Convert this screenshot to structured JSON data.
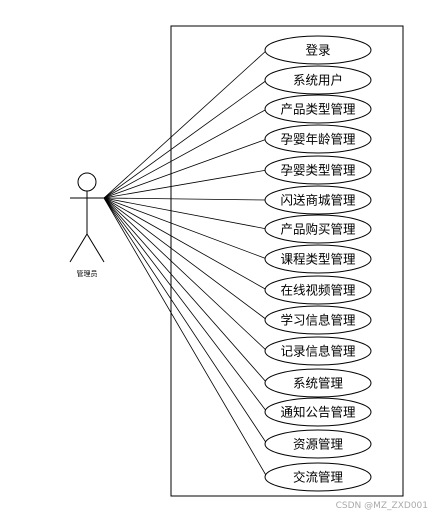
{
  "actor": {
    "label": "管理员"
  },
  "use_cases": [
    "登录",
    "系统用户",
    "产品类型管理",
    "孕婴年龄管理",
    "孕婴类型管理",
    "闪送商城管理",
    "产品购买管理",
    "课程类型管理",
    "在线视频管理",
    "学习信息管理",
    "记录信息管理",
    "系统管理",
    "通知公告管理",
    "资源管理",
    "交流管理"
  ],
  "watermark": "CSDN @MZ_ZXD001",
  "colors": {
    "stroke": "#000000",
    "background": "#ffffff",
    "watermark": "#aaaaaa"
  }
}
